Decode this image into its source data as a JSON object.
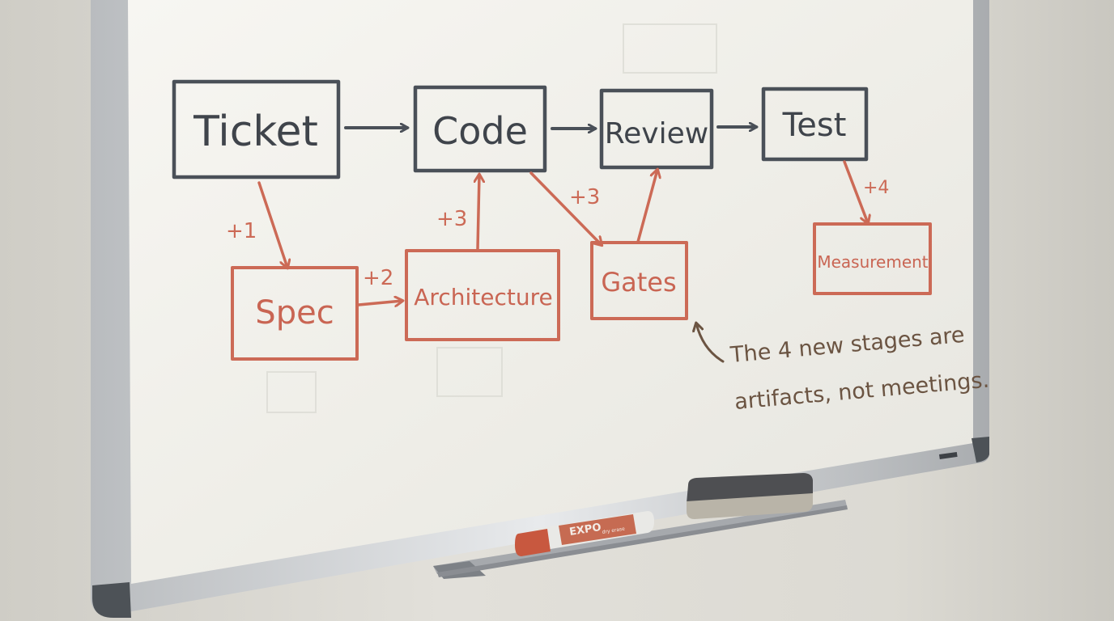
{
  "nodes": {
    "ticket": "Ticket",
    "code": "Code",
    "review": "Review",
    "test": "Test",
    "spec": "Spec",
    "architecture": "Architecture",
    "gates": "Gates",
    "measurement": "Measurement"
  },
  "increments": {
    "ticket_to_spec": "+1",
    "spec_to_architecture": "+2",
    "architecture_to_code": "+3",
    "code_to_gates": "+3",
    "test_to_measurement": "+4"
  },
  "note": {
    "line1": "The 4 new stages are",
    "line2": "artifacts, not meetings."
  },
  "marker": {
    "brand": "EXPO",
    "sub": "dry erase"
  },
  "colors": {
    "core_stage": "#4a5058",
    "new_stage": "#cc6a56",
    "note_ink": "#6b5442",
    "board": "#f2f1ec"
  }
}
